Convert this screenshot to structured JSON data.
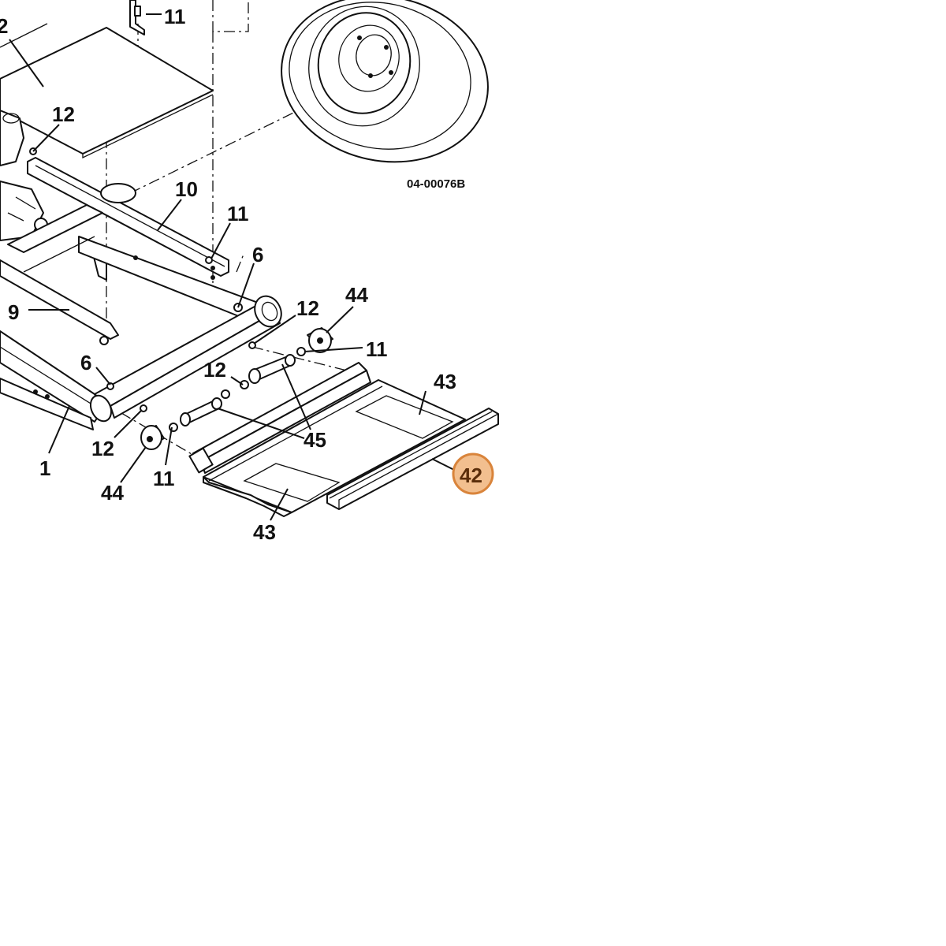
{
  "drawing_number": "04-00076B",
  "highlight": {
    "callout": "42",
    "fill": "#f2bf8f",
    "stroke": "#d9843b",
    "text_color": "#5a2d0a"
  },
  "callouts": {
    "c2": "2",
    "c11_top": "11",
    "c12_top": "12",
    "c10": "10",
    "c11_mid": "11",
    "c6_right": "6",
    "c12_mid": "12",
    "c44_right": "44",
    "c11_right": "11",
    "c9": "9",
    "c6_left": "6",
    "c12_lower": "12",
    "c43_right": "43",
    "c45": "45",
    "c12_left": "12",
    "c1": "1",
    "c44_left": "44",
    "c11_left": "11",
    "c42": "42",
    "c43_left": "43"
  }
}
